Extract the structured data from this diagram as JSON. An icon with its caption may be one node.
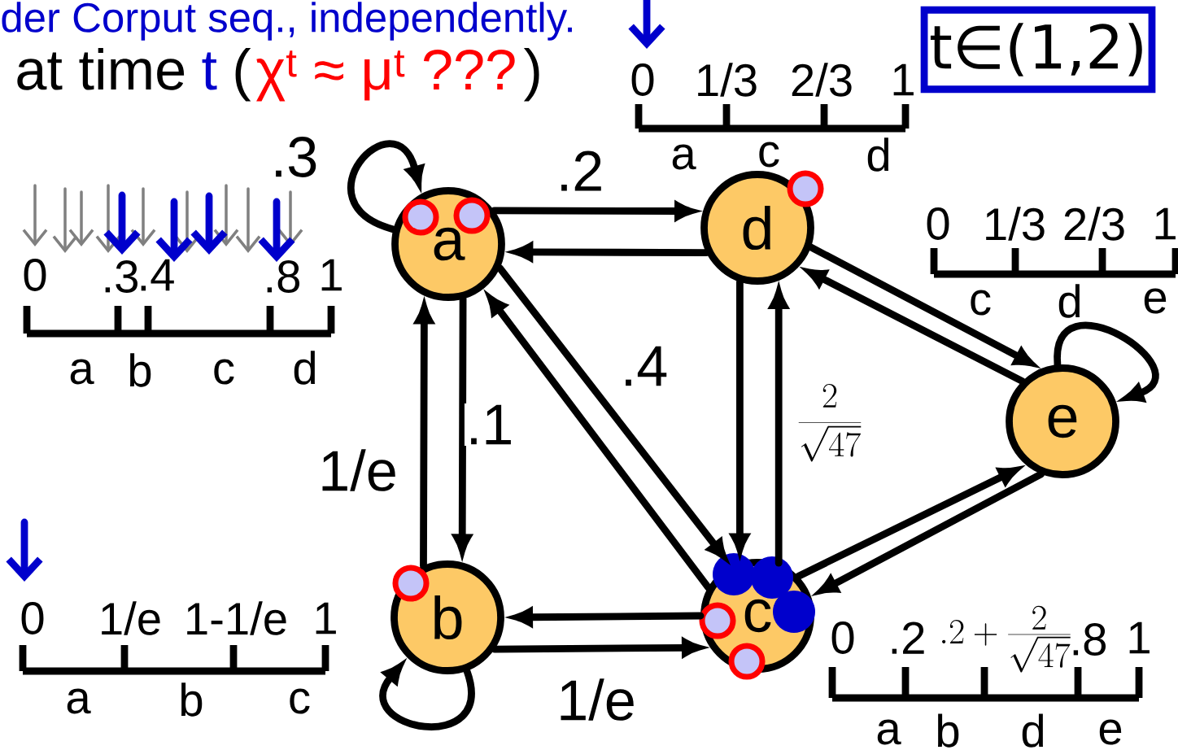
{
  "diagram": {
    "nodes": [
      {
        "text": [
          "t∈(1,2)"
        ]
      },
      {
        "text": [
          "a"
        ]
      },
      {
        "text": [
          "d"
        ]
      },
      {
        "text": [
          "e"
        ]
      },
      {
        "text": [
          "b"
        ]
      },
      {
        "text": [
          "c"
        ]
      }
    ],
    "edges": [
      {
        "from": 1,
        "to": 1,
        "arrow": "to",
        "label": ".3"
      },
      {
        "from": 1,
        "to": 2,
        "arrow": "to",
        "label": ".2"
      },
      {
        "from": 2,
        "to": 1,
        "arrow": "to"
      },
      {
        "from": 1,
        "to": 4,
        "arrow": "to",
        "label": ".1"
      },
      {
        "from": 4,
        "to": 1,
        "arrow": "to",
        "label": "1/e"
      },
      {
        "from": 1,
        "to": 5,
        "arrow": "to",
        "label": ".4"
      },
      {
        "from": 5,
        "to": 1,
        "arrow": "to"
      },
      {
        "from": 2,
        "to": 5,
        "arrow": "to"
      },
      {
        "from": 5,
        "to": 2,
        "arrow": "to",
        "label": "\\frac{2}{\\sqrt{47}}"
      },
      {
        "from": 2,
        "to": 3,
        "arrow": "to"
      },
      {
        "from": 3,
        "to": 2,
        "arrow": "to"
      },
      {
        "from": 3,
        "to": 3,
        "arrow": "to"
      },
      {
        "from": 5,
        "to": 3,
        "arrow": "to"
      },
      {
        "from": 3,
        "to": 5,
        "arrow": "to"
      },
      {
        "from": 5,
        "to": 4,
        "arrow": "to"
      },
      {
        "from": 4,
        "to": 5,
        "arrow": "to",
        "label": "1/e"
      },
      {
        "from": 4,
        "to": 4,
        "arrow": "to"
      }
    ],
    "labels": [
      "der Corput seq., independently.",
      "at time",
      "t",
      "(",
      "χ$^{t}$ ≈ μ$^{t}$ ???",
      ")",
      "0",
      "1/3",
      "2/3",
      "1",
      "a",
      "c",
      "d",
      "0",
      ".3",
      ".4",
      ".8",
      "1",
      "a",
      "b",
      "c",
      "d",
      "0",
      "1/3",
      "2/3",
      "1",
      "c",
      "d",
      "e",
      "0",
      "1/e",
      "1-1/e",
      "1",
      "a",
      "b",
      "c",
      "0",
      ".2",
      ".2+\\frac{2}{\\sqrt{47}}",
      ".8",
      "1",
      "a",
      "b",
      "d",
      "e"
    ]
  }
}
